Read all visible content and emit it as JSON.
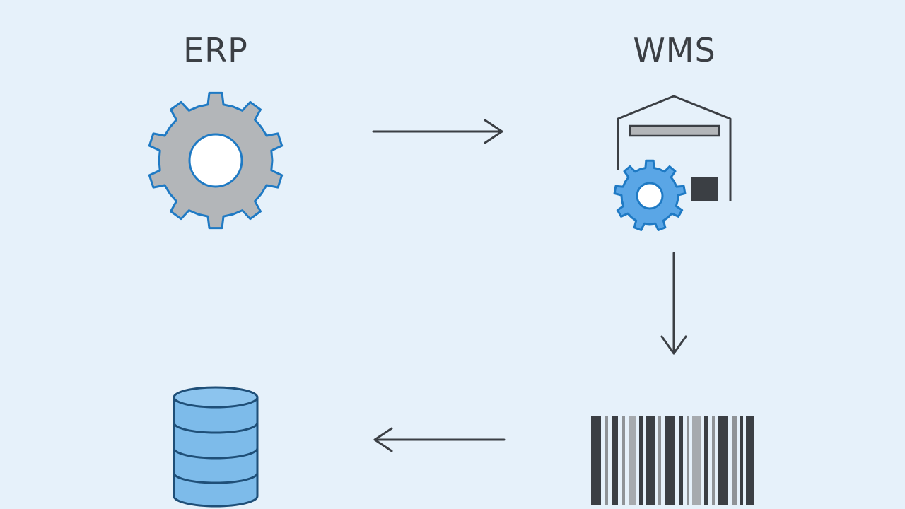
{
  "diagram": {
    "nodes": {
      "erp": {
        "label": "ERP",
        "icon": "gear-icon"
      },
      "wms": {
        "label": "WMS",
        "icon": "warehouse-icon"
      },
      "barcode": {
        "label": "",
        "icon": "barcode-icon"
      },
      "database": {
        "label": "",
        "icon": "database-icon"
      }
    },
    "edges": [
      {
        "from": "erp",
        "to": "wms",
        "direction": "right"
      },
      {
        "from": "wms",
        "to": "barcode",
        "direction": "down"
      },
      {
        "from": "barcode",
        "to": "database",
        "direction": "left"
      }
    ],
    "colors": {
      "background": "#e6f1fa",
      "accent_blue": "#5aa6e6",
      "stroke_blue": "#1f7ac4",
      "gear_gray": "#b3b6b9",
      "dark": "#3b3f44"
    }
  }
}
